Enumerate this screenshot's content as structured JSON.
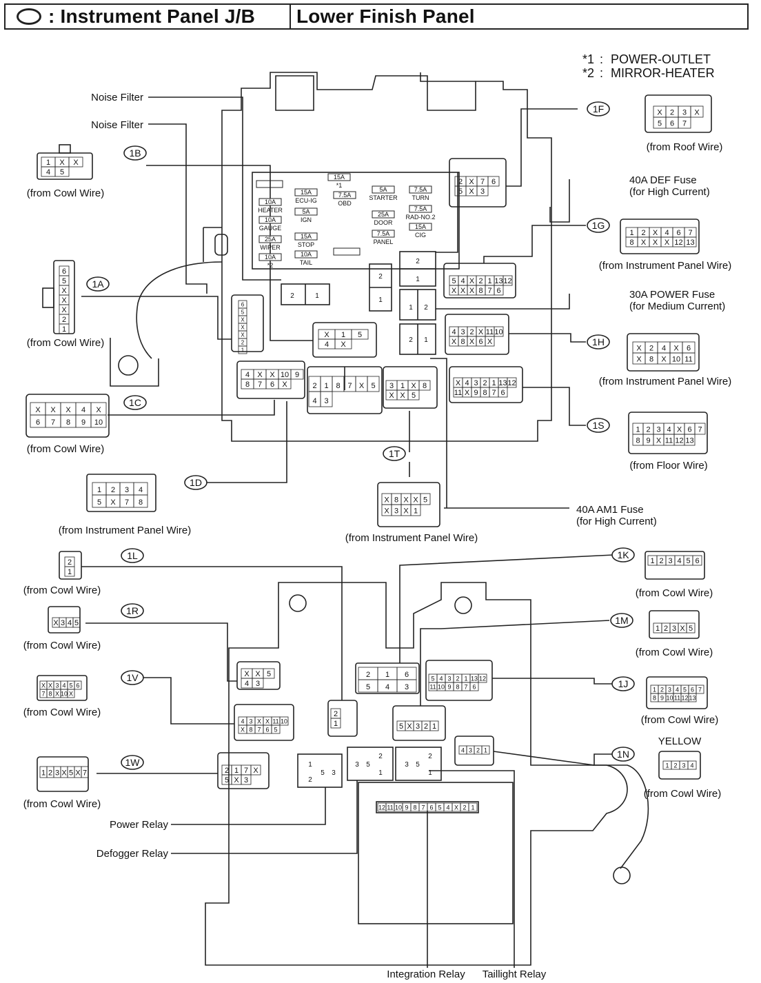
{
  "header": {
    "left_title": ": Instrument Panel J/B",
    "right_title": "Lower Finish Panel",
    "legend_icon": "oval-icon"
  },
  "notes": [
    {
      "mark": "*1",
      "sep": ":",
      "text": "POWER-OUTLET"
    },
    {
      "mark": "*2",
      "sep": ":",
      "text": "MIRROR-HEATER"
    }
  ],
  "fuses": [
    {
      "amp": "15A",
      "name": "*1"
    },
    {
      "amp": "10A",
      "name": "HEATER"
    },
    {
      "amp": "15A",
      "name": "ECU-IG"
    },
    {
      "amp": "7.5A",
      "name": "OBD"
    },
    {
      "amp": "5A",
      "name": "STARTER"
    },
    {
      "amp": "7.5A",
      "name": "TURN"
    },
    {
      "amp": "7.5A",
      "name": "RAD-NO.2"
    },
    {
      "amp": "10A",
      "name": "GAUGE"
    },
    {
      "amp": "5A",
      "name": "IGN"
    },
    {
      "amp": "25A",
      "name": "DOOR"
    },
    {
      "amp": "15A",
      "name": "CIG"
    },
    {
      "amp": "25A",
      "name": "WIPER"
    },
    {
      "amp": "15A",
      "name": "STOP"
    },
    {
      "amp": "7.5A",
      "name": "PANEL"
    },
    {
      "amp": "10A",
      "name": "*2"
    },
    {
      "amp": "10A",
      "name": "TAIL"
    }
  ],
  "labels": {
    "noise_filter_1": "Noise Filter",
    "noise_filter_2": "Noise Filter",
    "def_fuse": "40A DEF Fuse",
    "def_fuse_sub": "(for High Current)",
    "power_fuse": "30A POWER Fuse",
    "power_fuse_sub": "(for Medium Current)",
    "am1_fuse": "40A AM1 Fuse",
    "am1_fuse_sub": "(for High Current)",
    "power_relay": "Power Relay",
    "defogger_relay": "Defogger Relay",
    "integration_relay": "Integration Relay",
    "taillight_relay": "Taillight Relay",
    "yellow": "YELLOW"
  },
  "connectors": [
    {
      "id": "1A",
      "from": "(from Cowl Wire)"
    },
    {
      "id": "1B",
      "from": "(from Cowl Wire)"
    },
    {
      "id": "1C",
      "from": "(from Cowl Wire)"
    },
    {
      "id": "1D",
      "from": "(from Instrument Panel Wire)"
    },
    {
      "id": "1T",
      "from": "(from Instrument Panel Wire)"
    },
    {
      "id": "1F",
      "from": "(from Roof Wire)"
    },
    {
      "id": "1G",
      "from": "(from Instrument Panel Wire)"
    },
    {
      "id": "1H",
      "from": "(from Instrument Panel Wire)"
    },
    {
      "id": "1S",
      "from": "(from Floor Wire)"
    },
    {
      "id": "1L",
      "from": "(from Cowl Wire)"
    },
    {
      "id": "1R",
      "from": "(from Cowl Wire)"
    },
    {
      "id": "1V",
      "from": "(from Cowl Wire)"
    },
    {
      "id": "1W",
      "from": "(from Cowl Wire)"
    },
    {
      "id": "1K",
      "from": "(from Cowl Wire)"
    },
    {
      "id": "1M",
      "from": "(from Cowl Wire)"
    },
    {
      "id": "1J",
      "from": "(from Cowl Wire)"
    },
    {
      "id": "1N",
      "from": "(from Cowl Wire)"
    }
  ],
  "pins": {
    "c1A": [
      "6",
      "5",
      "X",
      "X",
      "X",
      "2",
      "1"
    ],
    "c1B": [
      "1",
      "X",
      "X",
      "4",
      "5"
    ],
    "c1C": [
      "X",
      "X",
      "X",
      "4",
      "X",
      "6",
      "7",
      "8",
      "9",
      "10"
    ],
    "c1D": [
      "1",
      "2",
      "3",
      "4",
      "5",
      "X",
      "7",
      "8"
    ],
    "c1T": [
      "X",
      "8",
      "X",
      "X",
      "5",
      "X",
      "3",
      "X",
      "1"
    ],
    "c1F": [
      "X",
      "2",
      "3",
      "X",
      "5",
      "6",
      "7"
    ],
    "c1G": [
      "1",
      "2",
      "X",
      "4",
      "6",
      "7",
      "8",
      "X",
      "X",
      "X",
      "12",
      "13"
    ],
    "c1H": [
      "X",
      "2",
      "4",
      "X",
      "6",
      "X",
      "8",
      "X",
      "10",
      "11"
    ],
    "c1S": [
      "1",
      "2",
      "3",
      "4",
      "X",
      "6",
      "7",
      "8",
      "9",
      "X",
      "11",
      "12",
      "13"
    ],
    "c1L": [
      "2",
      "1"
    ],
    "c1R": [
      "X",
      "3",
      "4",
      "5"
    ],
    "c1V": [
      "X",
      "X",
      "3",
      "4",
      "5",
      "6",
      "7",
      "8",
      "X",
      "10",
      "X"
    ],
    "c1W": [
      "1",
      "2",
      "3",
      "X",
      "5",
      "X",
      "7"
    ],
    "c1K": [
      "1",
      "2",
      "3",
      "4",
      "5",
      "6"
    ],
    "c1M": [
      "1",
      "2",
      "3",
      "X",
      "5"
    ],
    "c1J": [
      "1",
      "2",
      "3",
      "4",
      "5",
      "6",
      "7",
      "8",
      "9",
      "10",
      "11",
      "12",
      "13"
    ],
    "c1N": [
      "1",
      "2",
      "3",
      "4"
    ],
    "board_1A": [
      "6",
      "5",
      "X",
      "X",
      "X",
      "2",
      "1"
    ],
    "board_1B": [
      "X",
      "1",
      "5",
      "4",
      "X"
    ],
    "board_1C": [
      "4",
      "X",
      "X",
      "10",
      "9",
      "8",
      "7",
      "6",
      "X"
    ],
    "board_1D": [
      "2",
      "1",
      "8",
      "7",
      "X",
      "5",
      "4",
      "3"
    ],
    "board_1T": [
      "3",
      "1",
      "X",
      "8",
      "X",
      "X",
      "5"
    ],
    "board_1F": [
      "2",
      "X",
      "7",
      "6",
      "5",
      "X",
      "3"
    ],
    "board_1G": [
      "5",
      "4",
      "X",
      "2",
      "1",
      "13",
      "12",
      "X",
      "X",
      "X",
      "8",
      "7",
      "6"
    ],
    "board_1H": [
      "4",
      "3",
      "2",
      "X",
      "11",
      "10",
      "X",
      "8",
      "X",
      "6",
      "X"
    ],
    "board_1S": [
      "X",
      "4",
      "3",
      "2",
      "1",
      "13",
      "12",
      "11",
      "X",
      "9",
      "8",
      "7",
      "6"
    ],
    "board_1R": [
      "X",
      "X",
      "5",
      "4",
      "3"
    ],
    "board_1V": [
      "4",
      "3",
      "X",
      "X",
      "11",
      "10",
      "X",
      "8",
      "7",
      "6",
      "5"
    ],
    "board_1W": [
      "2",
      "1",
      "7",
      "X",
      "5",
      "X",
      "3"
    ],
    "board_1K": [
      "2",
      "1",
      "6",
      "5",
      "4",
      "3"
    ],
    "board_1M": [
      "5",
      "X",
      "3",
      "2",
      "1"
    ],
    "board_1J": [
      "5",
      "4",
      "3",
      "2",
      "1",
      "13",
      "12",
      "11",
      "10",
      "9",
      "8",
      "7",
      "6"
    ],
    "board_1N": [
      "4",
      "3",
      "2",
      "1"
    ],
    "board_1L": [
      "2",
      "1"
    ],
    "integration_strip": [
      "12",
      "11",
      "10",
      "9",
      "8",
      "7",
      "6",
      "5",
      "4",
      "X",
      "2",
      "1"
    ],
    "fuse_slots": [
      "1",
      "2",
      "2",
      "1",
      "2",
      "1",
      "1",
      "2",
      "2",
      "1"
    ],
    "relays": [
      "1",
      "2",
      "5",
      "3",
      "3",
      "5",
      "2",
      "1",
      "3",
      "5",
      "2",
      "1"
    ]
  }
}
